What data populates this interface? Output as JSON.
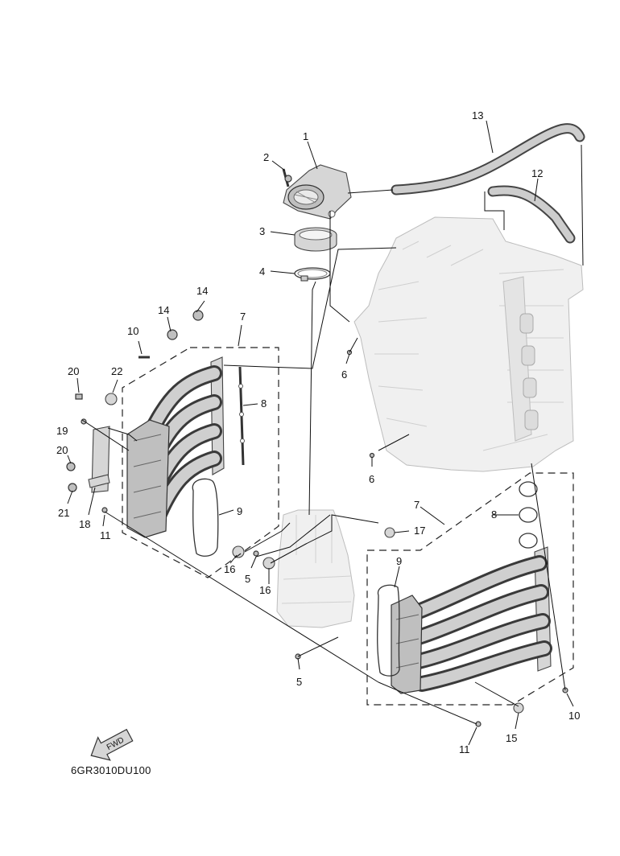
{
  "diagram_code": "6GR3010DU100",
  "fwd_label": "FWD",
  "callouts": {
    "c1": "1",
    "c2": "2",
    "c3": "3",
    "c4": "4",
    "c5a": "5",
    "c5b": "5",
    "c6a": "6",
    "c6b": "6",
    "c7a": "7",
    "c7b": "7",
    "c8a": "8",
    "c8b": "8",
    "c9a": "9",
    "c9b": "9",
    "c10a": "10",
    "c10b": "10",
    "c11a": "11",
    "c11b": "11",
    "c12": "12",
    "c13": "13",
    "c14a": "14",
    "c14b": "14",
    "c15": "15",
    "c16a": "16",
    "c16b": "16",
    "c17": "17",
    "c18": "18",
    "c19": "19",
    "c20a": "20",
    "c20b": "20",
    "c21": "21",
    "c22": "22"
  }
}
